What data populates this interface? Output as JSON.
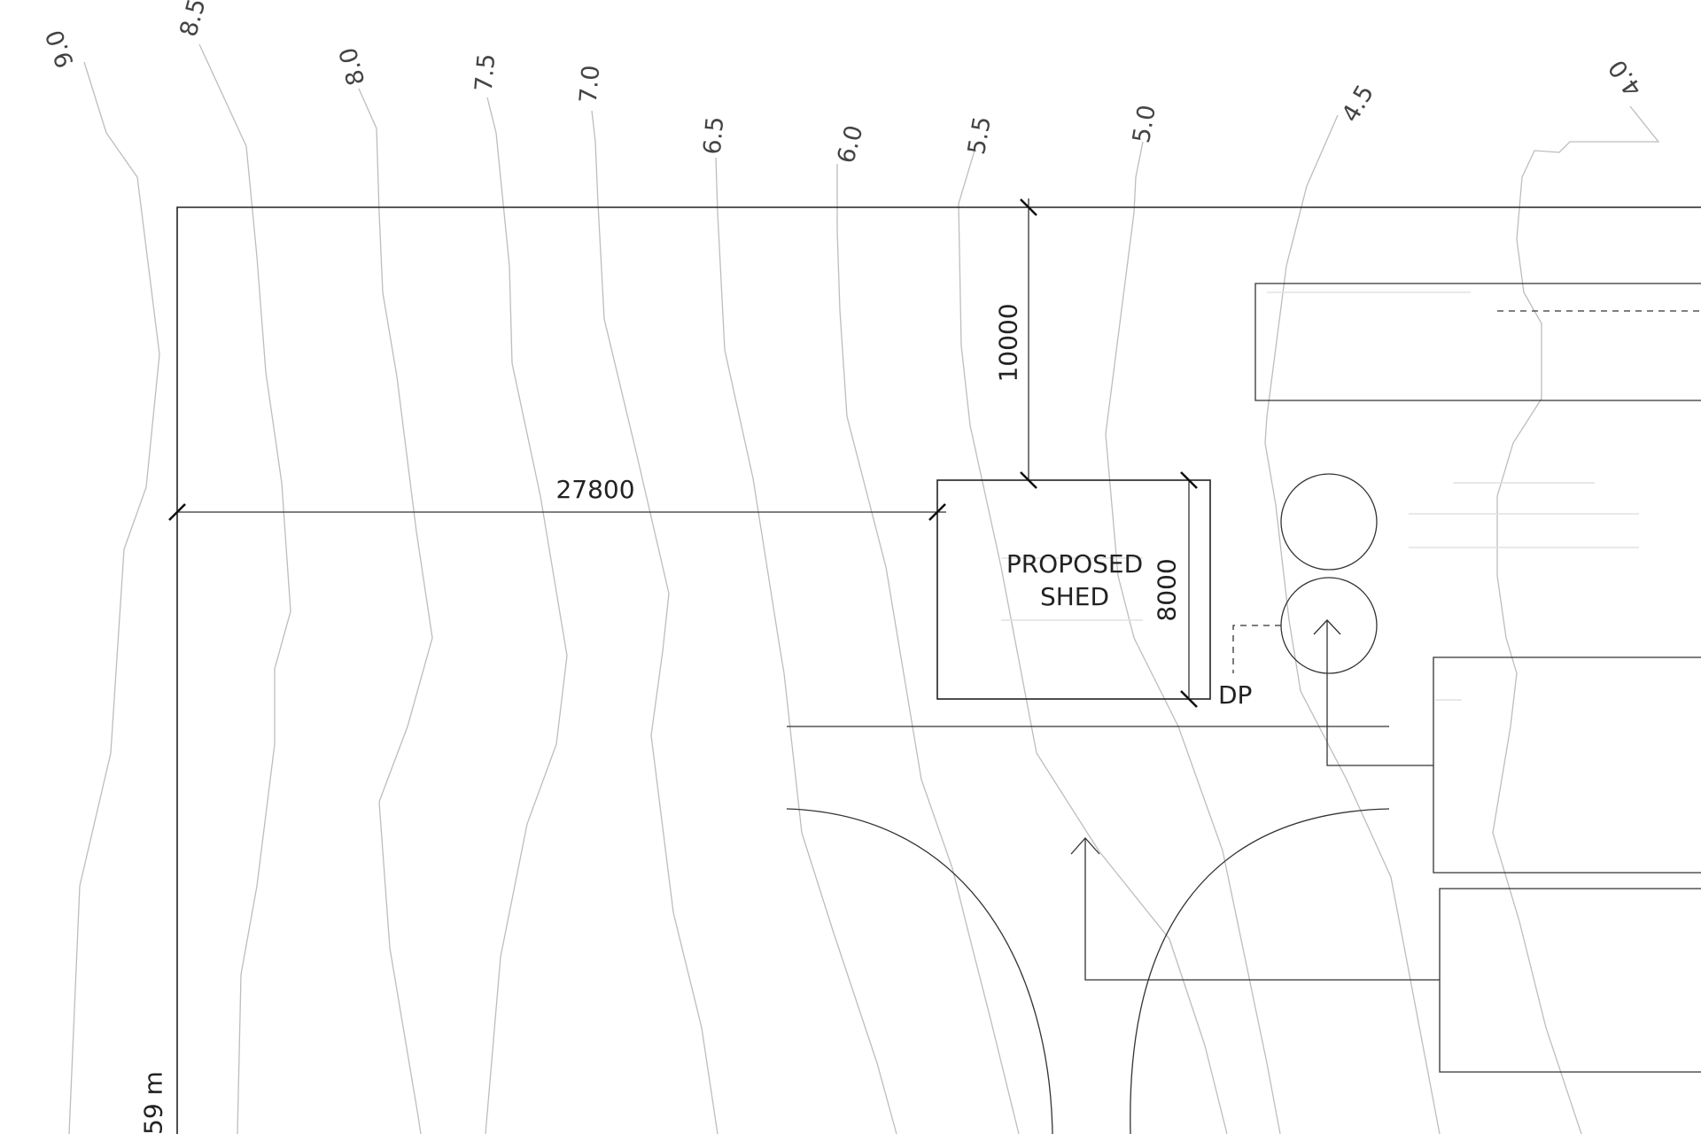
{
  "contours": [
    {
      "label": "9.0"
    },
    {
      "label": "8.5"
    },
    {
      "label": "8.0"
    },
    {
      "label": "7.5"
    },
    {
      "label": "7.0"
    },
    {
      "label": "6.5"
    },
    {
      "label": "6.0"
    },
    {
      "label": "5.5"
    },
    {
      "label": "5.0"
    },
    {
      "label": "4.5"
    },
    {
      "label": "4.0"
    }
  ],
  "dimensions": {
    "setback_west": "27800",
    "setback_north": "10000",
    "shed_depth": "8000"
  },
  "labels": {
    "shed_line1": "PROPOSED",
    "shed_line2": "SHED",
    "downpipe": "DP",
    "boundary_length": "59 m"
  }
}
